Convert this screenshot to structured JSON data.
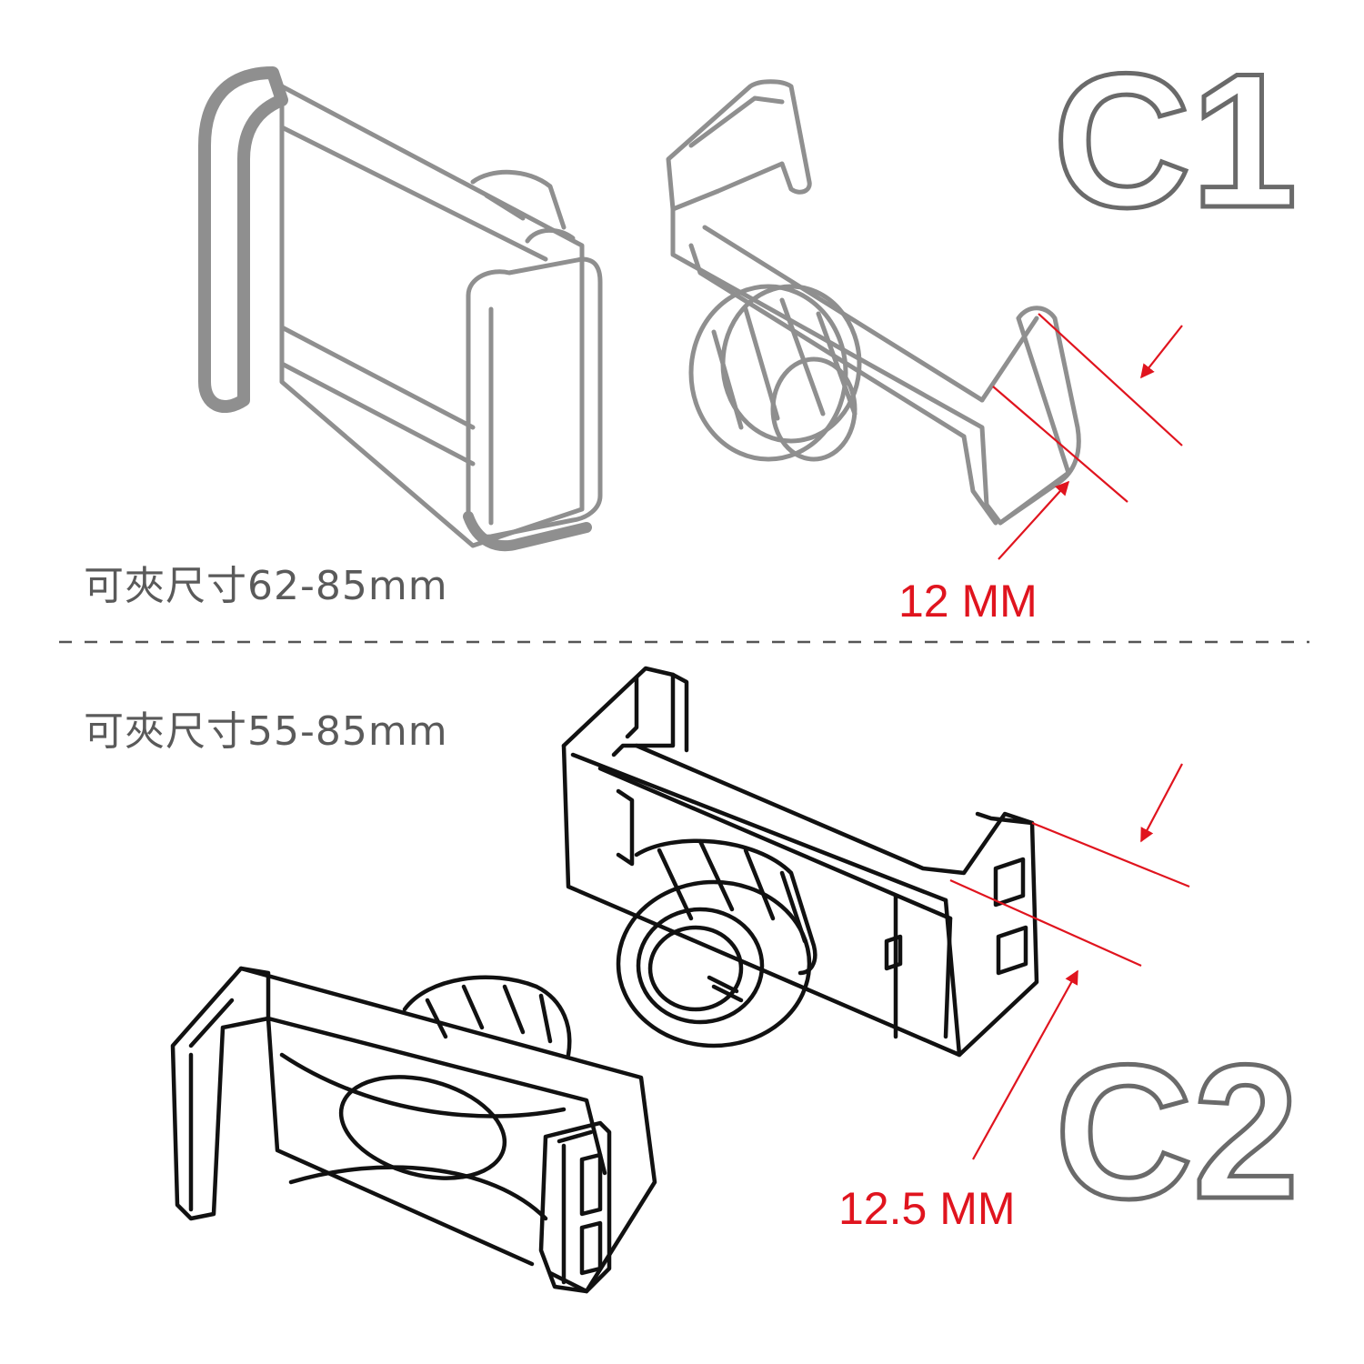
{
  "models": [
    {
      "id": "C1",
      "title": "C1",
      "clamp_range": "可夾尺寸62-85mm",
      "dimension": "12 MM",
      "drawing_color": "#8f8f8f"
    },
    {
      "id": "C2",
      "title": "C2",
      "clamp_range": "可夾尺寸55-85mm",
      "dimension": "12.5 MM",
      "drawing_color": "#111111"
    }
  ],
  "colors": {
    "dimension_line": "#e0141e",
    "title_outline": "#6a6a6a",
    "text": "#5a5a5a"
  }
}
